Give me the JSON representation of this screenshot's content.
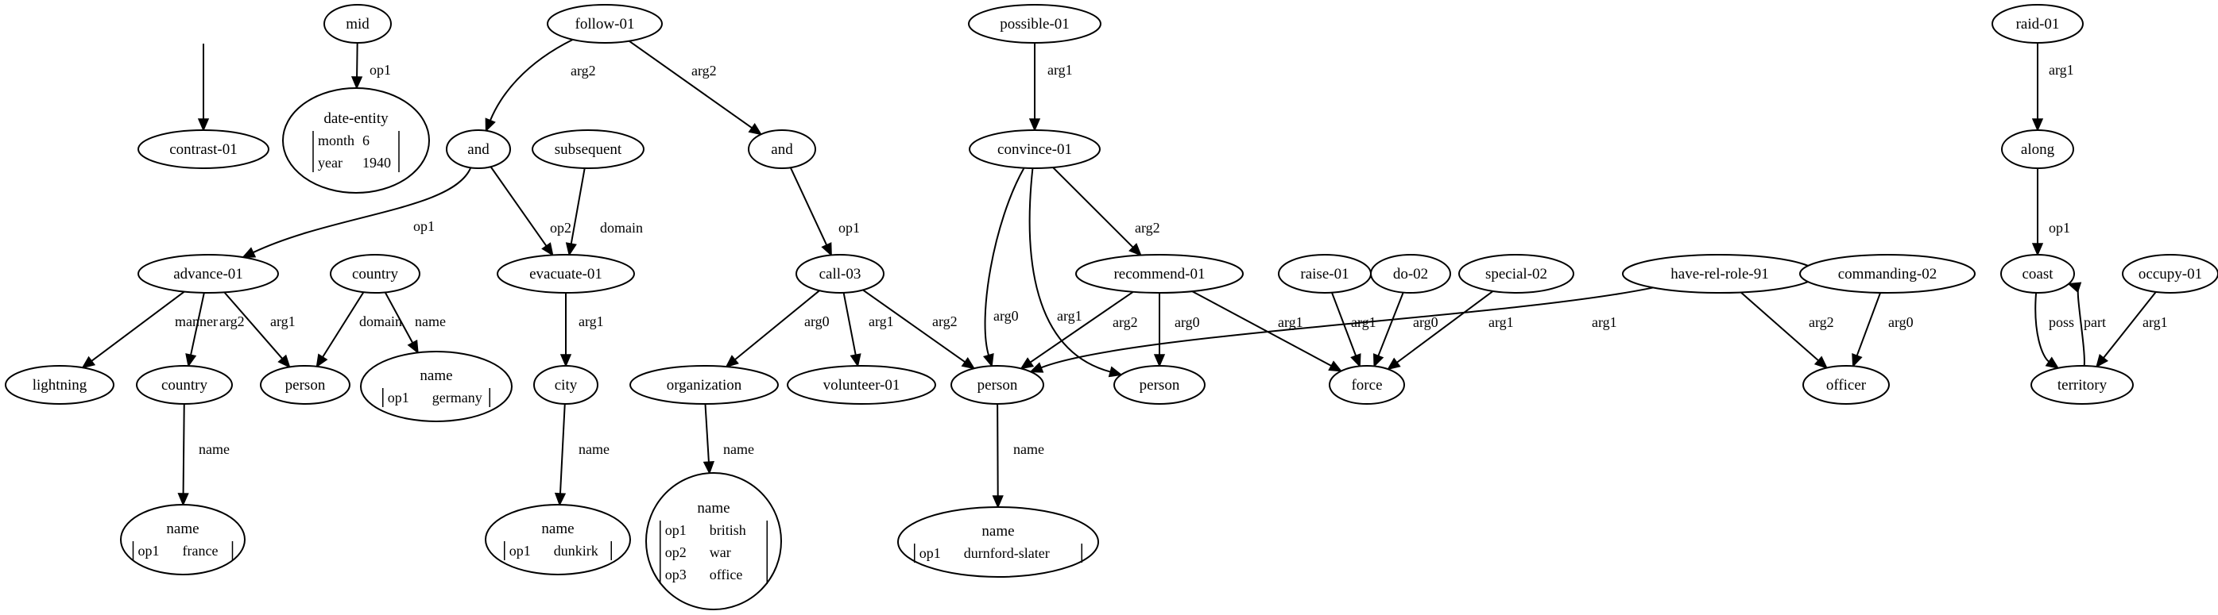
{
  "nodes": [
    {
      "id": "root",
      "label": ""
    },
    {
      "id": "contrast",
      "label": "contrast-01"
    },
    {
      "id": "mid",
      "label": "mid"
    },
    {
      "id": "date",
      "label": "date-entity",
      "attrs": [
        [
          "month",
          "6"
        ],
        [
          "year",
          "1940"
        ]
      ]
    },
    {
      "id": "follow",
      "label": "follow-01"
    },
    {
      "id": "and1",
      "label": "and"
    },
    {
      "id": "subsequent",
      "label": "subsequent"
    },
    {
      "id": "and2",
      "label": "and"
    },
    {
      "id": "advance",
      "label": "advance-01"
    },
    {
      "id": "country1",
      "label": "country"
    },
    {
      "id": "evacuate",
      "label": "evacuate-01"
    },
    {
      "id": "lightning",
      "label": "lightning"
    },
    {
      "id": "country2",
      "label": "country"
    },
    {
      "id": "person1",
      "label": "person"
    },
    {
      "id": "name_germany",
      "label": "name",
      "attrs": [
        [
          "op1",
          "germany"
        ]
      ]
    },
    {
      "id": "city",
      "label": "city"
    },
    {
      "id": "name_france",
      "label": "name",
      "attrs": [
        [
          "op1",
          "france"
        ]
      ]
    },
    {
      "id": "name_dunkirk",
      "label": "name",
      "attrs": [
        [
          "op1",
          "dunkirk"
        ]
      ]
    },
    {
      "id": "call",
      "label": "call-03"
    },
    {
      "id": "organization",
      "label": "organization"
    },
    {
      "id": "volunteer",
      "label": "volunteer-01"
    },
    {
      "id": "name_org",
      "label": "name",
      "attrs": [
        [
          "op1",
          "british"
        ],
        [
          "op2",
          "war"
        ],
        [
          "op3",
          "office"
        ]
      ]
    },
    {
      "id": "possible",
      "label": "possible-01"
    },
    {
      "id": "convince",
      "label": "convince-01"
    },
    {
      "id": "recommend",
      "label": "recommend-01"
    },
    {
      "id": "person2",
      "label": "person"
    },
    {
      "id": "person3",
      "label": "person"
    },
    {
      "id": "name_durnford",
      "label": "name",
      "attrs": [
        [
          "op1",
          "durnford-slater"
        ]
      ]
    },
    {
      "id": "raise",
      "label": "raise-01"
    },
    {
      "id": "do",
      "label": "do-02"
    },
    {
      "id": "special",
      "label": "special-02"
    },
    {
      "id": "force",
      "label": "force"
    },
    {
      "id": "hrr",
      "label": "have-rel-role-91"
    },
    {
      "id": "commanding",
      "label": "commanding-02"
    },
    {
      "id": "officer",
      "label": "officer"
    },
    {
      "id": "raid",
      "label": "raid-01"
    },
    {
      "id": "along",
      "label": "along"
    },
    {
      "id": "coast",
      "label": "coast"
    },
    {
      "id": "occupy",
      "label": "occupy-01"
    },
    {
      "id": "territory",
      "label": "territory"
    }
  ],
  "edges": [
    {
      "from": "root",
      "to": "contrast",
      "label": ""
    },
    {
      "from": "mid",
      "to": "date",
      "label": "op1"
    },
    {
      "from": "follow",
      "to": "and1",
      "label": "arg2"
    },
    {
      "from": "follow",
      "to": "and2",
      "label": "arg2"
    },
    {
      "from": "and1",
      "to": "advance",
      "label": "op1"
    },
    {
      "from": "and1",
      "to": "evacuate",
      "label": "op2"
    },
    {
      "from": "subsequent",
      "to": "evacuate",
      "label": "domain"
    },
    {
      "from": "advance",
      "to": "lightning",
      "label": "manner"
    },
    {
      "from": "advance",
      "to": "country2",
      "label": "arg2"
    },
    {
      "from": "advance",
      "to": "person1",
      "label": "arg1"
    },
    {
      "from": "country1",
      "to": "person1",
      "label": "domain"
    },
    {
      "from": "country1",
      "to": "name_germany",
      "label": "name"
    },
    {
      "from": "country2",
      "to": "name_france",
      "label": "name"
    },
    {
      "from": "evacuate",
      "to": "city",
      "label": "arg1"
    },
    {
      "from": "city",
      "to": "name_dunkirk",
      "label": "name"
    },
    {
      "from": "and2",
      "to": "call",
      "label": "op1"
    },
    {
      "from": "call",
      "to": "organization",
      "label": "arg0"
    },
    {
      "from": "call",
      "to": "volunteer",
      "label": "arg1"
    },
    {
      "from": "call",
      "to": "person2",
      "label": "arg2"
    },
    {
      "from": "organization",
      "to": "name_org",
      "label": "name"
    },
    {
      "from": "possible",
      "to": "convince",
      "label": "arg1"
    },
    {
      "from": "convince",
      "to": "person2",
      "label": "arg0"
    },
    {
      "from": "convince",
      "to": "person3",
      "label": "arg1"
    },
    {
      "from": "convince",
      "to": "recommend",
      "label": "arg2"
    },
    {
      "from": "recommend",
      "to": "person2",
      "label": "arg2"
    },
    {
      "from": "recommend",
      "to": "person3",
      "label": "arg0"
    },
    {
      "from": "recommend",
      "to": "force",
      "label": "arg1"
    },
    {
      "from": "person2",
      "to": "name_durnford",
      "label": "name"
    },
    {
      "from": "raise",
      "to": "force",
      "label": "arg1"
    },
    {
      "from": "do",
      "to": "force",
      "label": "arg0"
    },
    {
      "from": "special",
      "to": "force",
      "label": "arg1"
    },
    {
      "from": "hrr",
      "to": "person2",
      "label": "arg1"
    },
    {
      "from": "hrr",
      "to": "officer",
      "label": "arg2"
    },
    {
      "from": "commanding",
      "to": "officer",
      "label": "arg0"
    },
    {
      "from": "raid",
      "to": "along",
      "label": "arg1"
    },
    {
      "from": "along",
      "to": "coast",
      "label": "op1"
    },
    {
      "from": "coast",
      "to": "territory",
      "label": "poss"
    },
    {
      "from": "territory",
      "to": "coast",
      "label": "part"
    },
    {
      "from": "occupy",
      "to": "territory",
      "label": "arg1"
    }
  ]
}
